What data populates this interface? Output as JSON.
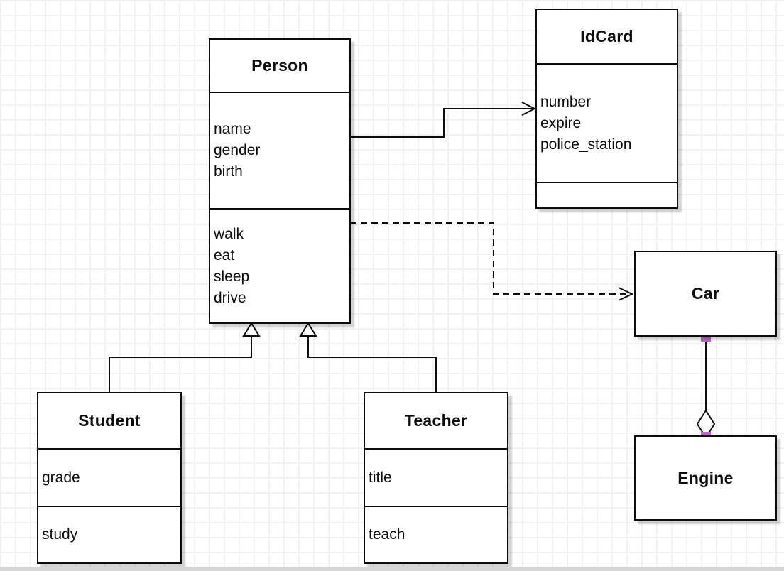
{
  "diagram": {
    "person": {
      "name": "Person",
      "attributes": [
        "name",
        "gender",
        "birth"
      ],
      "methods": [
        "walk",
        "eat",
        "sleep",
        "drive"
      ]
    },
    "idcard": {
      "name": "IdCard",
      "attributes": [
        "number",
        "expire",
        "police_station"
      ],
      "methods": []
    },
    "car": {
      "name": "Car"
    },
    "engine": {
      "name": "Engine"
    },
    "student": {
      "name": "Student",
      "attributes": [
        "grade"
      ],
      "methods": [
        "study"
      ]
    },
    "teacher": {
      "name": "Teacher",
      "attributes": [
        "title"
      ],
      "methods": [
        "teach"
      ]
    },
    "relationships": [
      {
        "from": "Person",
        "to": "IdCard",
        "type": "association",
        "line": "solid",
        "arrow": "open"
      },
      {
        "from": "Person",
        "to": "Car",
        "type": "dependency",
        "line": "dashed",
        "arrow": "open"
      },
      {
        "from": "Student",
        "to": "Person",
        "type": "inheritance",
        "line": "solid",
        "arrow": "hollow-triangle"
      },
      {
        "from": "Teacher",
        "to": "Person",
        "type": "inheritance",
        "line": "solid",
        "arrow": "hollow-triangle"
      },
      {
        "from": "Car",
        "to": "Engine",
        "type": "aggregation",
        "line": "solid",
        "arrow": "hollow-diamond"
      }
    ]
  },
  "colors": {
    "line": "#0d0d0d",
    "box_fill": "#ffffff",
    "endpoint_handle": "#b768c2",
    "grid": "#f2f2f2"
  }
}
